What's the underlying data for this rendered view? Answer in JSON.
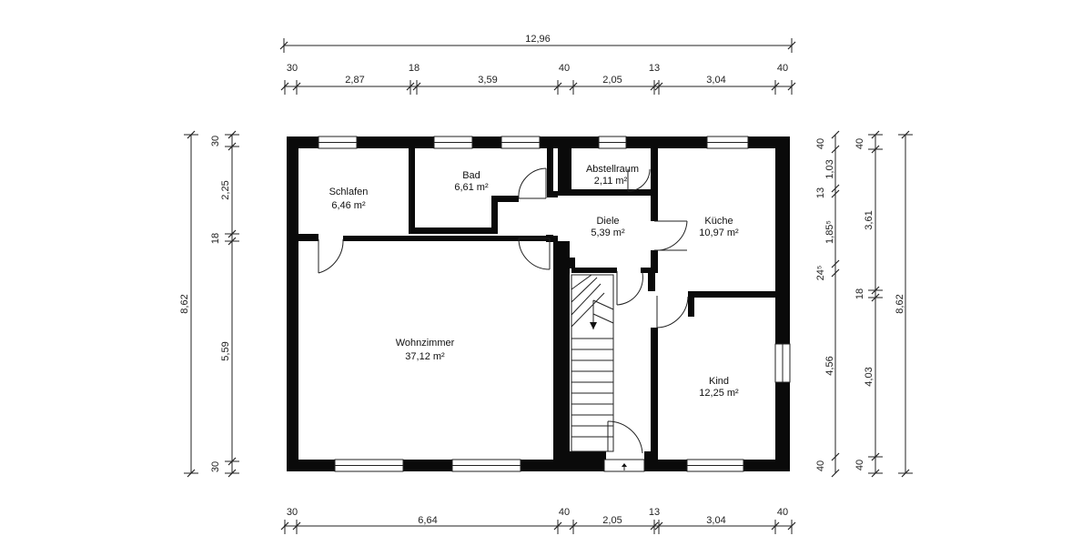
{
  "dimensions": {
    "top_total": "12,96",
    "top_segments": [
      "30",
      "2,87",
      "18",
      "3,59",
      "40",
      "2,05",
      "13",
      "3,04",
      "40"
    ],
    "bottom_segments": [
      "30",
      "6,64",
      "40",
      "2,05",
      "13",
      "3,04",
      "40"
    ],
    "left_total": "8,62",
    "left_segments": [
      "30",
      "2,25",
      "18",
      "5,59",
      "30"
    ],
    "right_inner": [
      "40",
      "1,03",
      "13",
      "1,85⁵",
      "24⁵",
      "4,56",
      "40"
    ],
    "right_middle": [
      "40",
      "3,61",
      "18",
      "4,03",
      "40"
    ],
    "right_total": "8,62"
  },
  "rooms": [
    {
      "name": "Schlafen",
      "area": "6,46 m²"
    },
    {
      "name": "Bad",
      "area": "6,61 m²"
    },
    {
      "name": "Abstellraum",
      "area": "2,11 m²"
    },
    {
      "name": "Diele",
      "area": "5,39 m²"
    },
    {
      "name": "Küche",
      "area": "10,97 m²"
    },
    {
      "name": "Wohnzimmer",
      "area": "37,12 m²"
    },
    {
      "name": "Kind",
      "area": "12,25 m²"
    }
  ]
}
